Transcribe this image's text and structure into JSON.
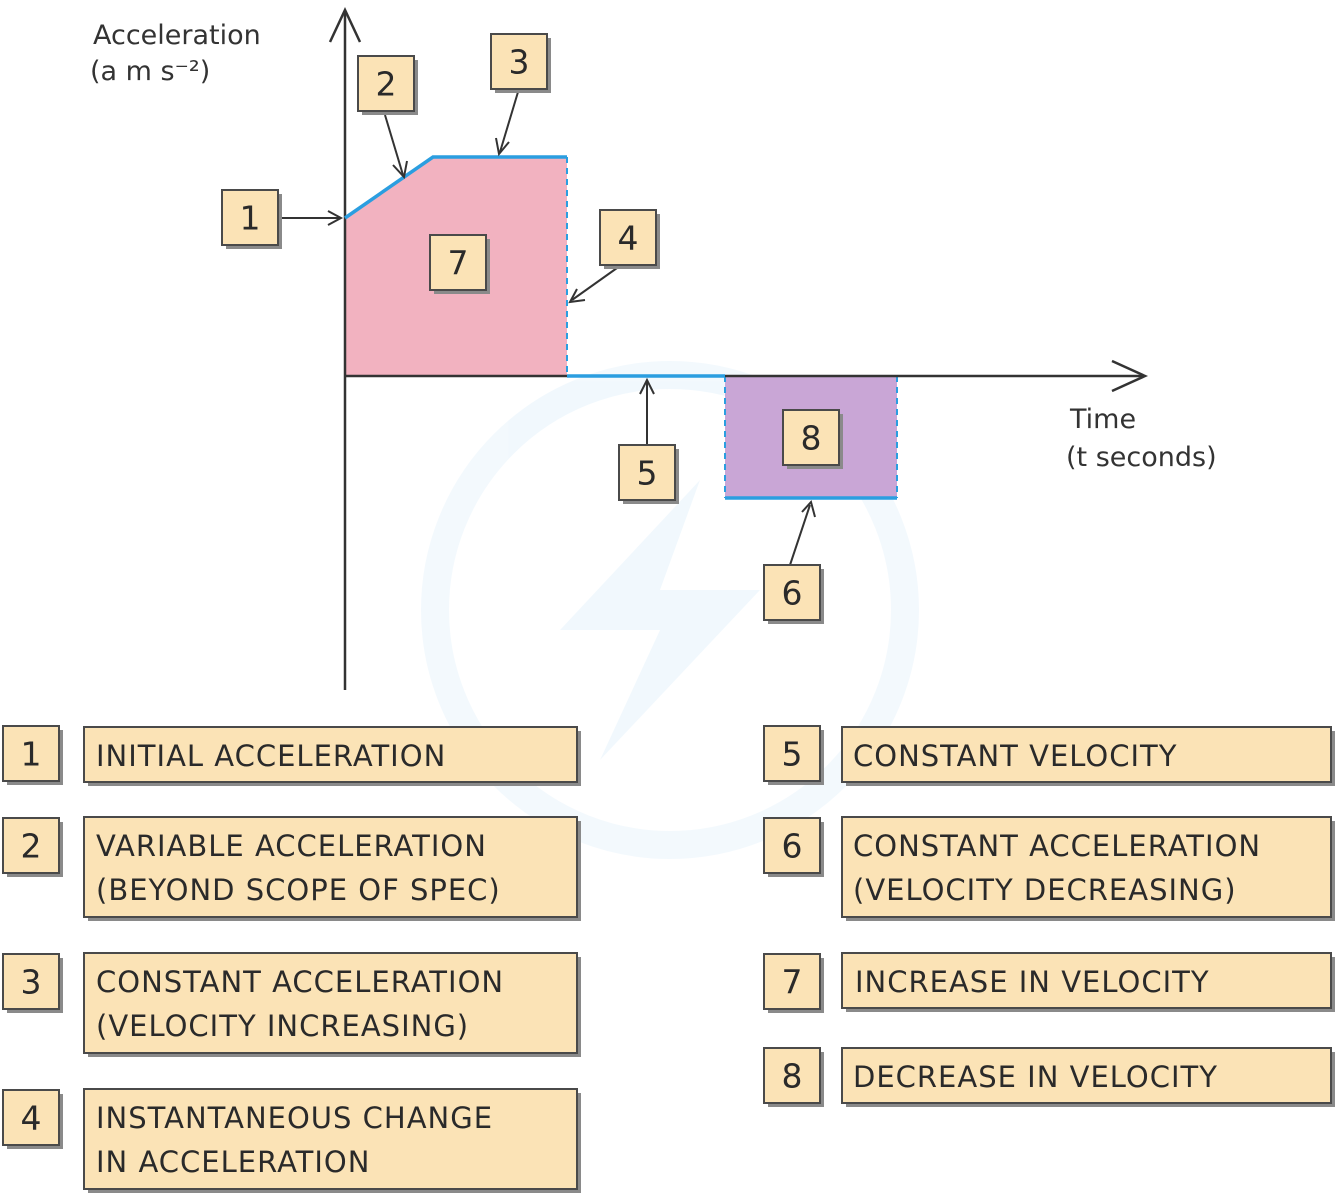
{
  "axes": {
    "y_label_line1": "Acceleration",
    "y_label_line2": "(a m s⁻²)",
    "x_label_line1": "Time",
    "x_label_line2": "(t seconds)"
  },
  "markers": [
    "1",
    "2",
    "3",
    "4",
    "5",
    "6",
    "7",
    "8"
  ],
  "colors": {
    "line": "#2b9ee0",
    "increase_region": "#f2b2c0",
    "decrease_region": "#c9a6d6",
    "tag_fill": "#fbe3b6"
  },
  "key": [
    {
      "num": "1",
      "lines": [
        "INITIAL ACCELERATION"
      ]
    },
    {
      "num": "2",
      "lines": [
        "VARIABLE ACCELERATION",
        "(BEYOND SCOPE OF SPEC)"
      ]
    },
    {
      "num": "3",
      "lines": [
        "CONSTANT ACCELERATION",
        "(VELOCITY INCREASING)"
      ]
    },
    {
      "num": "4",
      "lines": [
        "INSTANTANEOUS CHANGE",
        "IN ACCELERATION"
      ]
    },
    {
      "num": "5",
      "lines": [
        "CONSTANT VELOCITY"
      ]
    },
    {
      "num": "6",
      "lines": [
        "CONSTANT ACCELERATION",
        "(VELOCITY DECREASING)"
      ]
    },
    {
      "num": "7",
      "lines": [
        "INCREASE IN VELOCITY"
      ]
    },
    {
      "num": "8",
      "lines": [
        "DECREASE IN VELOCITY"
      ]
    }
  ]
}
